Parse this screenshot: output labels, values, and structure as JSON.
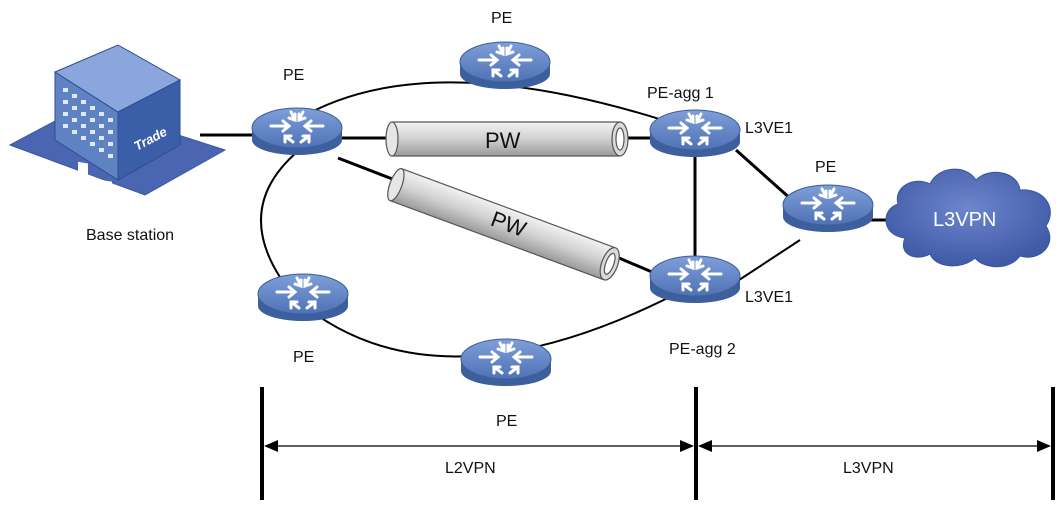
{
  "diagram": {
    "base_station": {
      "label": "Base station",
      "sign": "Trade"
    },
    "routers": [
      {
        "id": "pe-left",
        "label": "PE"
      },
      {
        "id": "pe-top",
        "label": "PE"
      },
      {
        "id": "pe-agg-1",
        "label": "PE-agg 1",
        "interface": "L3VE1"
      },
      {
        "id": "pe-agg-2",
        "label": "PE-agg 2",
        "interface": "L3VE1"
      },
      {
        "id": "pe-bottom-left",
        "label": "PE"
      },
      {
        "id": "pe-bottom",
        "label": "PE"
      },
      {
        "id": "pe-right",
        "label": "PE"
      }
    ],
    "pseudowires": [
      {
        "label": "PW"
      },
      {
        "label": "PW"
      }
    ],
    "cloud": {
      "label": "L3VPN"
    },
    "segments": [
      {
        "label": "L2VPN"
      },
      {
        "label": "L3VPN"
      }
    ],
    "colors": {
      "router_top": "#5f82c3",
      "router_side": "#3d5f9e",
      "cloud": "#4a66b2",
      "pipe": "#d6d6d6",
      "link": "#000000"
    },
    "icons": [
      "building-icon",
      "router-icon",
      "cloud-icon",
      "tunnel-icon"
    ]
  }
}
